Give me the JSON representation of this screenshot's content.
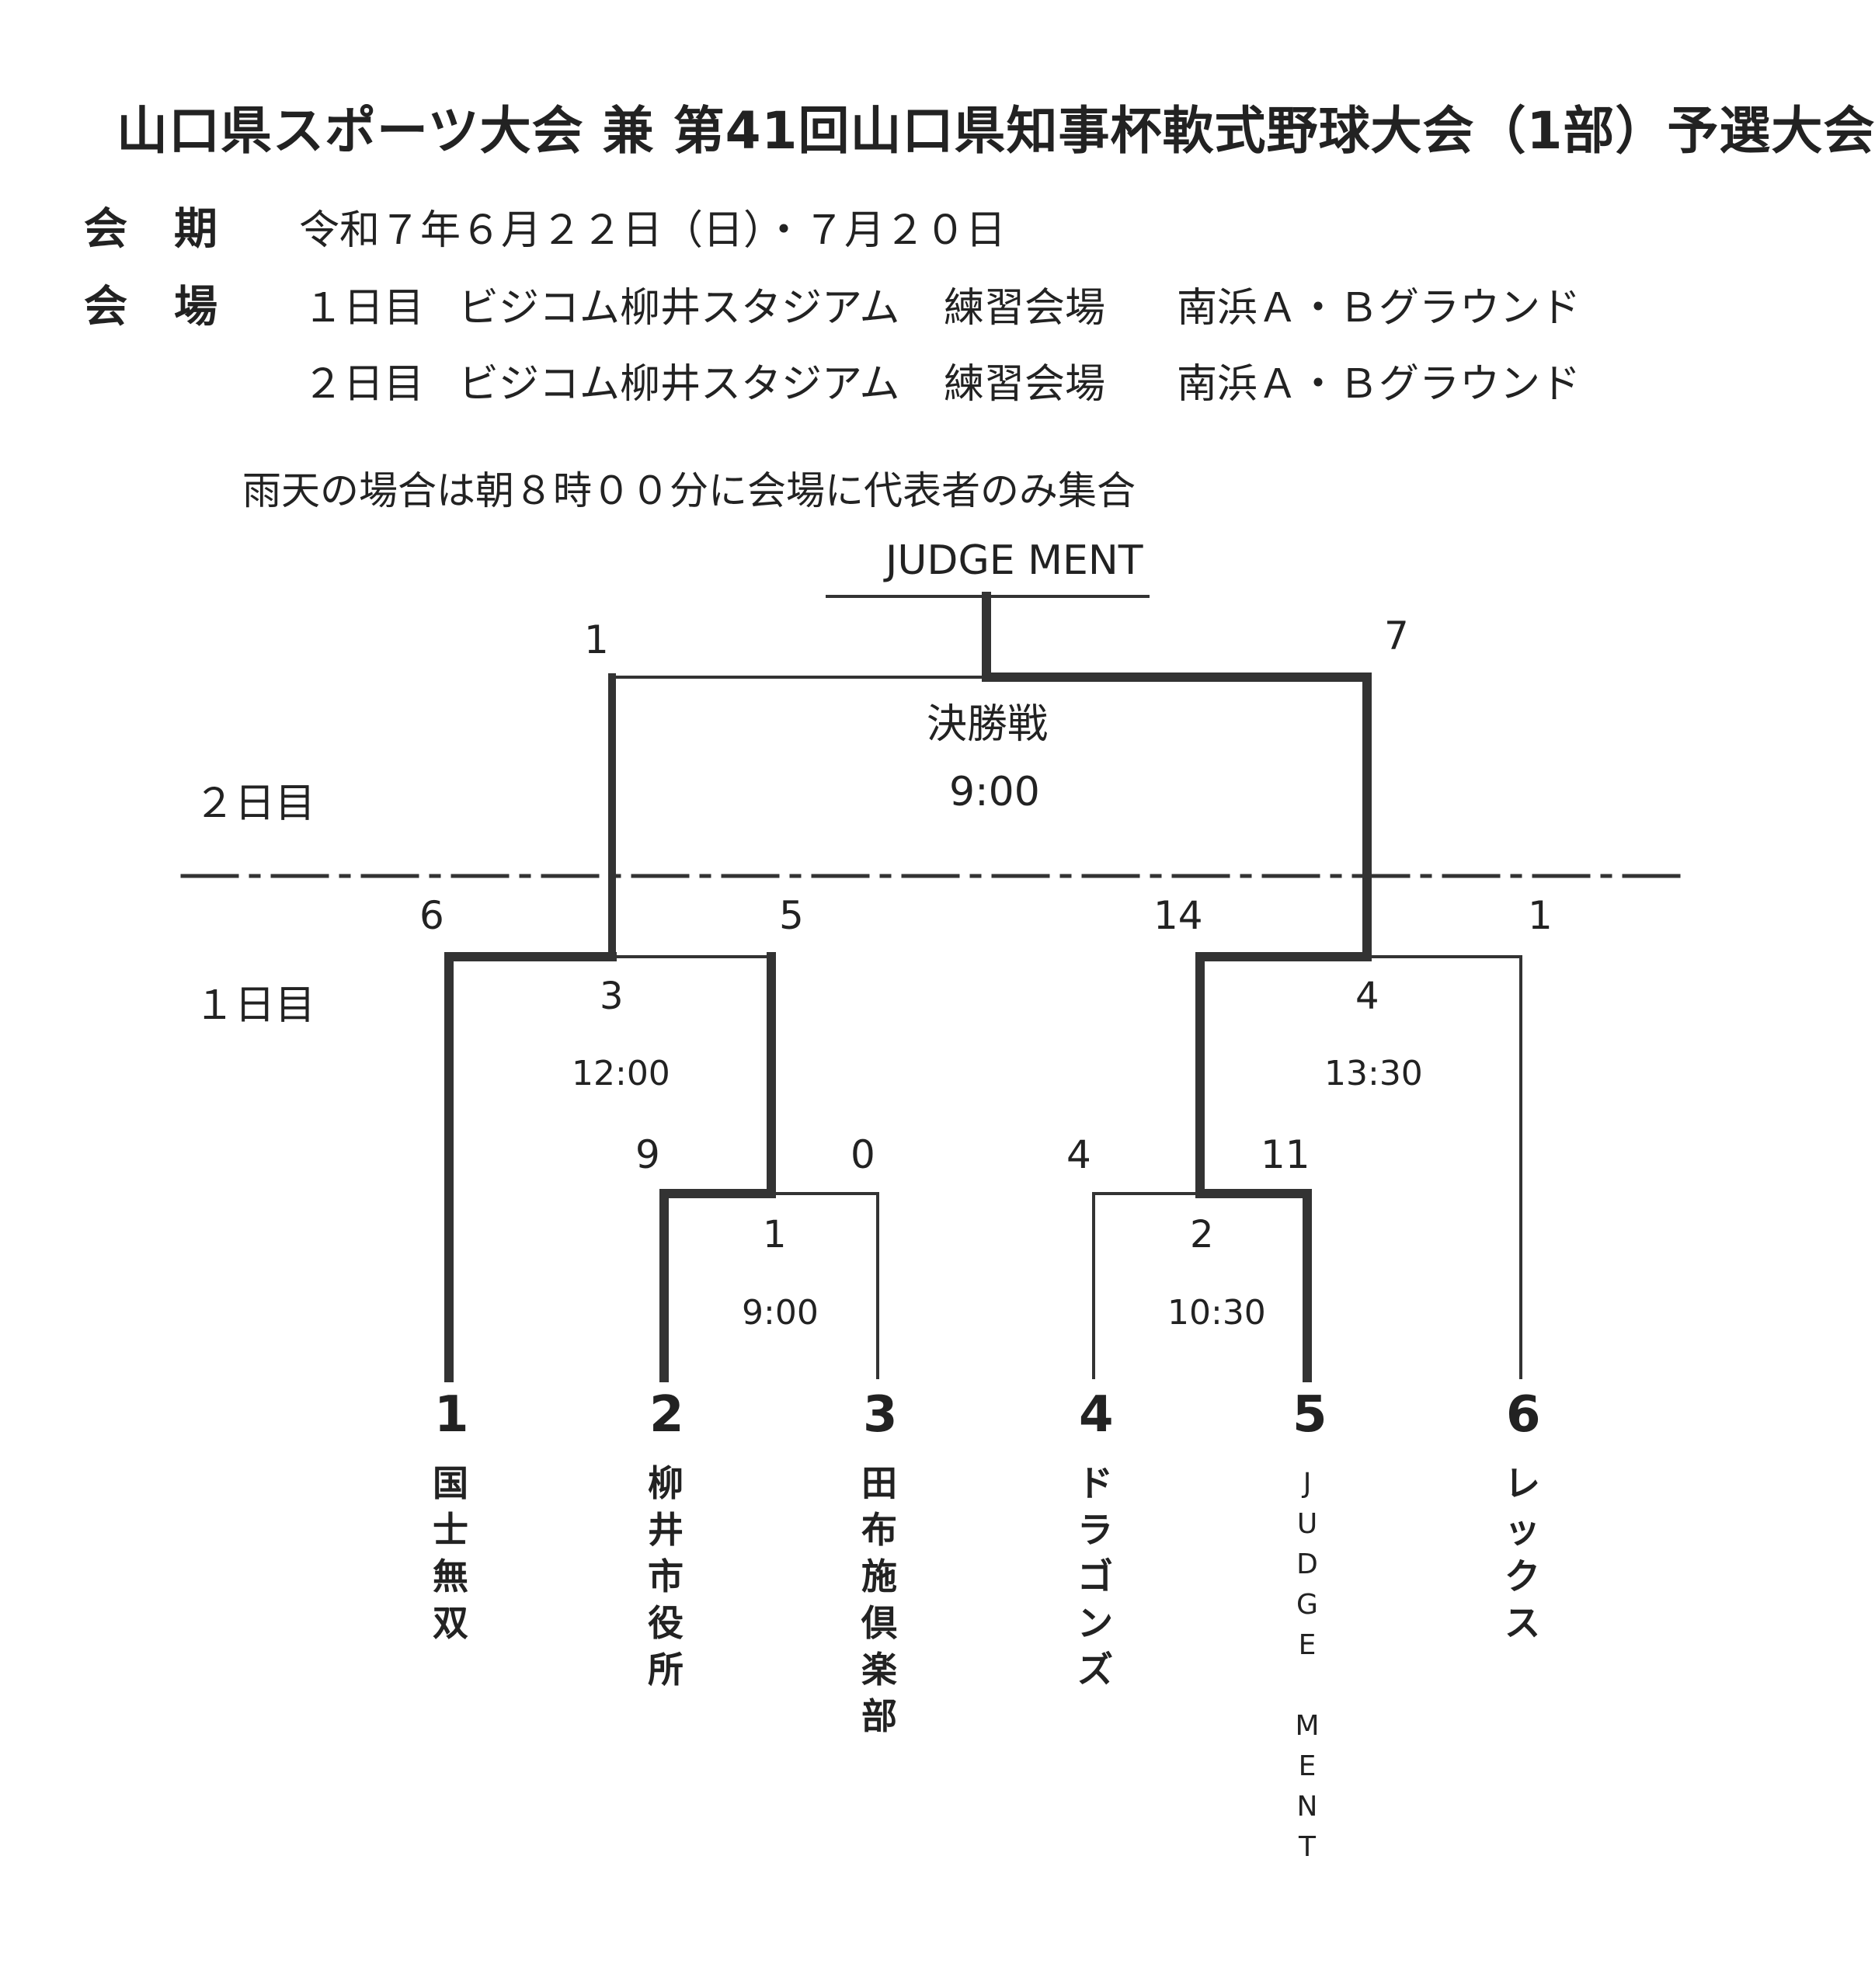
{
  "header": {
    "title": "山口県スポーツ大会 兼 第41回山口県知事杯軟式野球大会（1部）予選大会",
    "period_label": "会期",
    "period_value": "令和７年６月２２日（日）・７月２０日",
    "venue_label": "会場",
    "venue_rows": [
      {
        "day": "１日目",
        "stadium": "ビジコム柳井スタジアム",
        "practice": "練習会場",
        "ground": "南浜Ａ・Ｂグラウンド"
      },
      {
        "day": "２日目",
        "stadium": "ビジコム柳井スタジアム",
        "practice": "練習会場",
        "ground": "南浜Ａ・Ｂグラウンド"
      }
    ],
    "rain_note": "雨天の場合は朝８時００分に会場に代表者のみ集合"
  },
  "bracket": {
    "champion": "JUDGE MENT",
    "day2_label": "２日目",
    "day1_label": "１日目",
    "final": {
      "name": "決勝戦",
      "time": "9:00",
      "score_left": "1",
      "score_right": "7"
    },
    "semi_left": {
      "number": "3",
      "time": "12:00",
      "score_left": "6",
      "score_right": "5"
    },
    "semi_right": {
      "number": "4",
      "time": "13:30",
      "score_left": "14",
      "score_right": "1"
    },
    "qf_left": {
      "number": "1",
      "time": "9:00",
      "score_left": "9",
      "score_right": "0"
    },
    "qf_right": {
      "number": "2",
      "time": "10:30",
      "score_left": "4",
      "score_right": "11"
    },
    "teams": [
      {
        "seed": "1",
        "name": [
          "国",
          "士",
          "無",
          "双"
        ]
      },
      {
        "seed": "2",
        "name": [
          "柳",
          "井",
          "市",
          "役",
          "所"
        ]
      },
      {
        "seed": "3",
        "name": [
          "田",
          "布",
          "施",
          "倶",
          "楽",
          "部"
        ]
      },
      {
        "seed": "4",
        "name": [
          "ド",
          "ラ",
          "ゴ",
          "ン",
          "ズ"
        ]
      },
      {
        "seed": "5",
        "name": [
          "J",
          "U",
          "D",
          "G",
          "E",
          "",
          "M",
          "E",
          "N",
          "T"
        ]
      },
      {
        "seed": "6",
        "name": [
          "レ",
          "ッ",
          "ク",
          "ス"
        ]
      }
    ]
  }
}
